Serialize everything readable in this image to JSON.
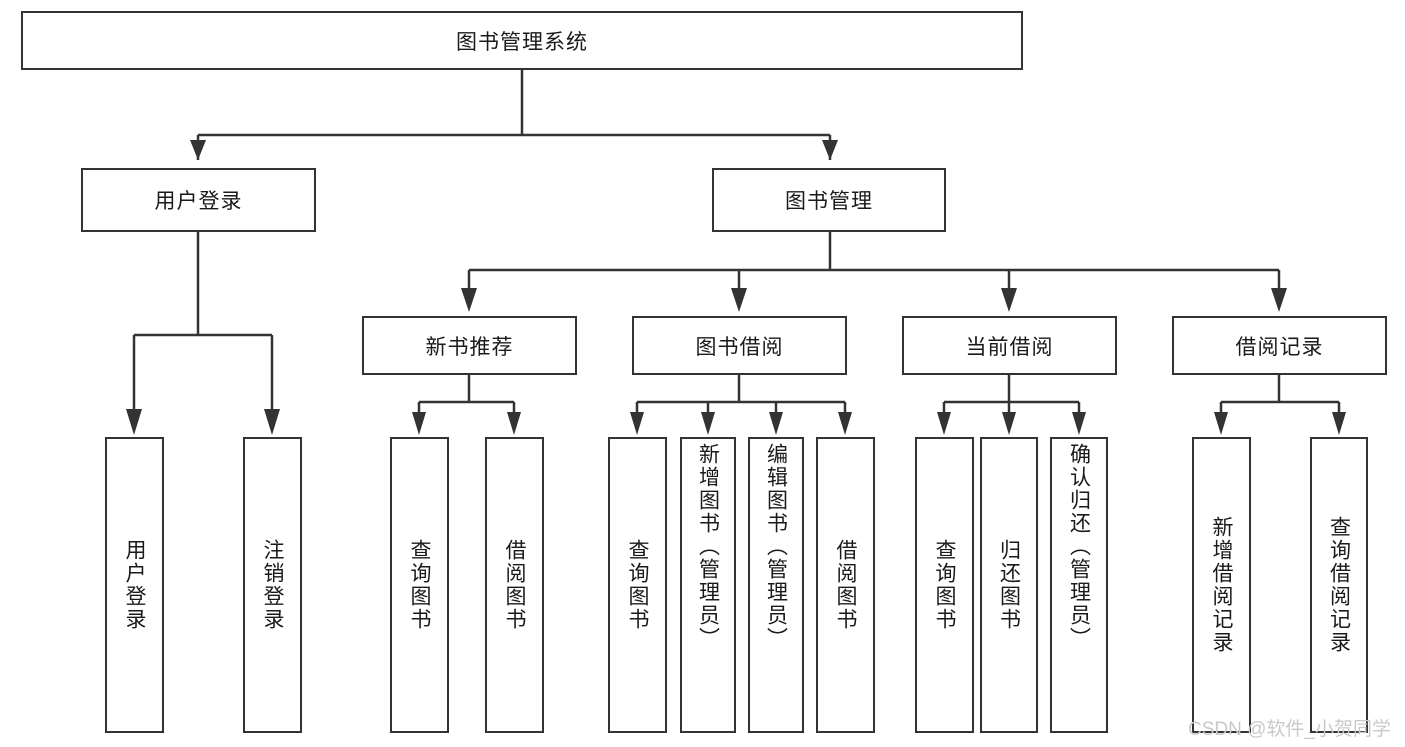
{
  "diagram": {
    "type": "tree",
    "title": "图书管理系统",
    "watermark": "CSDN @软件_小贺同学",
    "colors": {
      "border": "#333333",
      "fill": "#ffffff",
      "text": "#1a1a1a",
      "watermark": "#c9c9c9"
    },
    "root": {
      "label": "图书管理系统"
    },
    "level1": [
      {
        "label": "用户登录"
      },
      {
        "label": "图书管理"
      }
    ],
    "level2": [
      {
        "label": "新书推荐"
      },
      {
        "label": "图书借阅"
      },
      {
        "label": "当前借阅"
      },
      {
        "label": "借阅记录"
      }
    ],
    "leaves": [
      {
        "label": "用户登录",
        "parent": "用户登录"
      },
      {
        "label": "注销登录",
        "parent": "用户登录"
      },
      {
        "label": "查询图书",
        "parent": "新书推荐"
      },
      {
        "label": "借阅图书",
        "parent": "新书推荐"
      },
      {
        "label": "查询图书",
        "parent": "图书借阅"
      },
      {
        "label": "新增图书（管理员）",
        "parent": "图书借阅"
      },
      {
        "label": "编辑图书（管理员）",
        "parent": "图书借阅"
      },
      {
        "label": "借阅图书",
        "parent": "图书借阅"
      },
      {
        "label": "查询图书",
        "parent": "当前借阅"
      },
      {
        "label": "归还图书",
        "parent": "当前借阅"
      },
      {
        "label": "确认归还（管理员）",
        "parent": "当前借阅"
      },
      {
        "label": "新增借阅记录",
        "parent": "借阅记录"
      },
      {
        "label": "查询借阅记录",
        "parent": "借阅记录"
      }
    ]
  }
}
